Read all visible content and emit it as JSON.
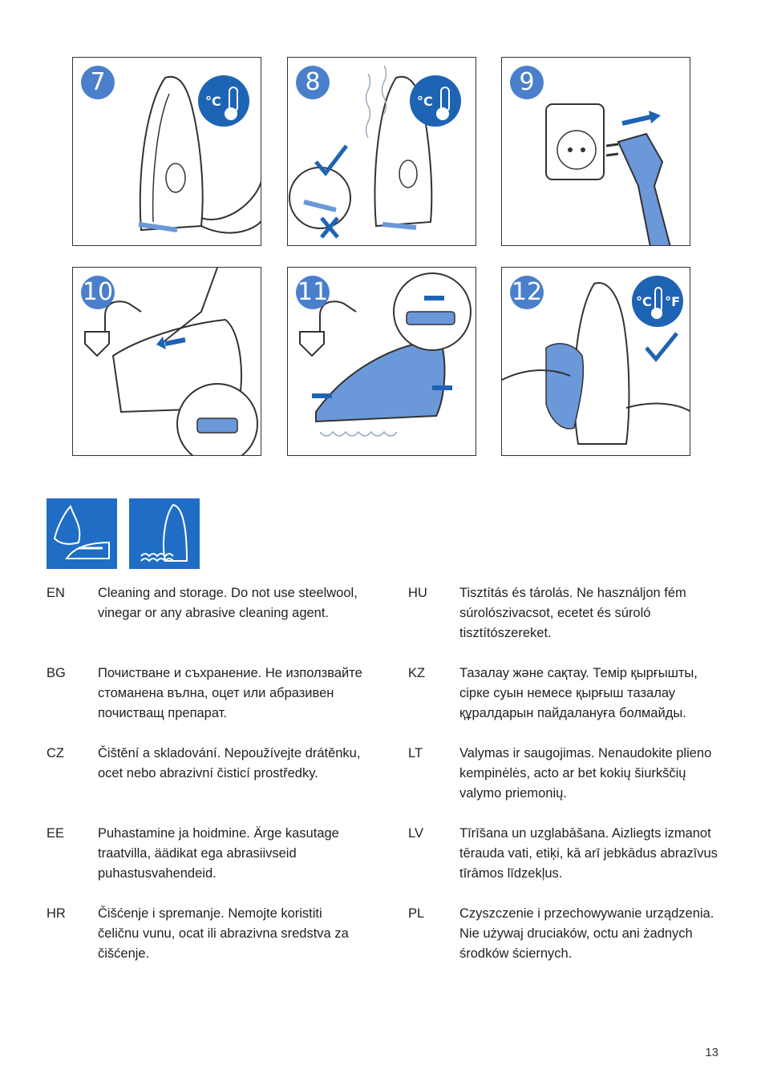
{
  "steps": [
    {
      "number": "7",
      "badge": "°C"
    },
    {
      "number": "8",
      "badge": "°C"
    },
    {
      "number": "9"
    },
    {
      "number": "10"
    },
    {
      "number": "11"
    },
    {
      "number": "12",
      "badge_c": "°C",
      "badge_f": "°F"
    }
  ],
  "colors": {
    "accent": "#1e64b4",
    "step_circle": "#4a7fcb",
    "icon_box": "#1f6dc4",
    "iron_blue": "#6b98d8"
  },
  "icons": [
    "cleaning-cloth-iron-icon",
    "storage-iron-cord-icon"
  ],
  "languages": {
    "left": [
      {
        "code": "EN",
        "text": "Cleaning and storage. Do not use steelwool, vinegar or any abrasive cleaning agent."
      },
      {
        "code": "BG",
        "text": "Почистване и съхранение. Не използвайте стоманена вълна, оцет или абразивен почистващ препарат."
      },
      {
        "code": "CZ",
        "text": "Čištění a skladování. Nepoužívejte drátěnku, ocet nebo abrazivní čisticí prostředky."
      },
      {
        "code": "EE",
        "text": "Puhastamine ja hoidmine. Ärge kasutage traatvilla, äädikat ega abrasiivseid puhastusvahendeid."
      },
      {
        "code": "HR",
        "text": "Čišćenje i spremanje. Nemojte koristiti čeličnu vunu, ocat ili abrazivna sredstva za čišćenje."
      }
    ],
    "right": [
      {
        "code": "HU",
        "text": "Tisztítás és tárolás. Ne használjon fém súrolószivacsot, ecetet és súroló tisztítószereket."
      },
      {
        "code": "KZ",
        "text": "Тазалау және сақтау. Темір қырғышты, сірке суын немесе қырғыш тазалау құралдарын пайдалануға болмайды."
      },
      {
        "code": "LT",
        "text": "Valymas ir saugojimas. Nenaudokite plieno kempinėlės, acto ar bet kokių šiurkščių valymo priemonių."
      },
      {
        "code": "LV",
        "text": "Tīrīšana un uzglabāšana. Aizliegts izmanot tērauda vati, etiķi, kā arī jebkādus abrazīvus tīrāmos līdzekļus."
      },
      {
        "code": "PL",
        "text": "Czyszczenie i przechowywanie urządzenia. Nie używaj druciaków, octu ani żadnych środków ściernych."
      }
    ]
  },
  "page_number": "13"
}
